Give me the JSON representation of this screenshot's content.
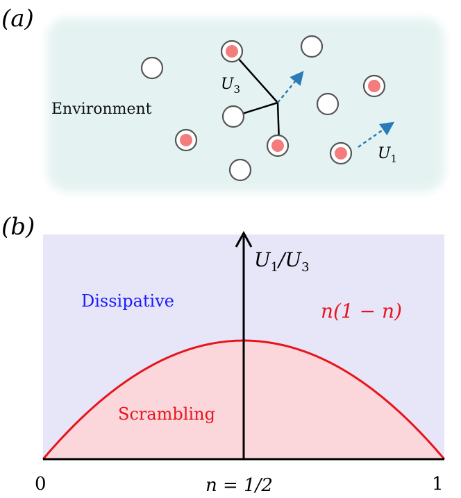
{
  "panel_a": {
    "label": "(a)",
    "environment_label": "Environment",
    "u3_label": "U",
    "u3_sub": "3",
    "u1_label": "U",
    "u1_sub": "1",
    "colors": {
      "background": "#e4f3f1",
      "particle_fill": "#f47c7c",
      "arrow": "#2b7bb9"
    }
  },
  "panel_b": {
    "label": "(b)",
    "axis_label_main": "U",
    "axis_label_sub1": "1",
    "axis_label_mid": "/U",
    "axis_label_sub2": "3",
    "dissipative_label": "Dissipative",
    "scrambling_label": "Scrambling",
    "curve_label": "n(1 − n)",
    "x_tick_left": "0",
    "x_tick_mid": "n = 1/2",
    "x_tick_right": "1",
    "colors": {
      "region_bg": "#e6e6f8",
      "curve": "#e8141c",
      "curve_fill": "#fbd6da",
      "dissipative": "#1a1aff"
    }
  }
}
